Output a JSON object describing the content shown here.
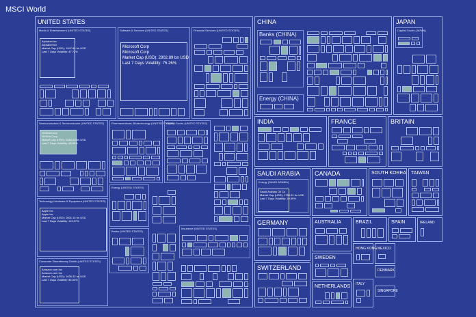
{
  "chart_data": {
    "type": "treemap",
    "title": "MSCI World",
    "regions": [
      {
        "name": "UNITED STATES",
        "sectors": [
          {
            "name": "Media & Entertainment (UNITED STATES)",
            "highlight": {
              "company": "Alphabet Inc",
              "lines": [
                "Alphabet Inc",
                "Alphabet Inc",
                "Market Cap (USD): 1947.84 bn USD",
                "Last 7 Days Volatility: 47.72%"
              ]
            }
          },
          {
            "name": "Software & Services (UNITED STATES)",
            "highlight": {
              "company": "Microsoft Corp",
              "lines": [
                "Microsoft Corp",
                "Microsoft Corp",
                "Market Cap (USD): 2902.89 bn USD",
                "Last 7 Days Volatility: 75.26%"
              ]
            }
          },
          {
            "name": "Financial Services (UNITED STATES)"
          },
          {
            "name": "Semiconductors & Semiconductor (UNITED STATES)",
            "highlight": {
              "company": "NVIDIA Corp",
              "lines": [
                "NVIDIA Corp",
                "NVIDIA Corp",
                "Market Cap (USD): 2084.63 bn USD",
                "Last 7 Days Volatility: 48.59%"
              ]
            }
          },
          {
            "name": "Pharmaceuticals, Biotechnology (UNITED STATES)"
          },
          {
            "name": "Capital Goods (UNITED STATES)"
          },
          {
            "name": "Technology Hardware & Equipment (UNITED STATES)",
            "highlight": {
              "company": "Apple Inc",
              "lines": [
                "Apple Inc",
                "Apple Inc",
                "Market Cap (USD): 2601.14 bn USD",
                "Last 7 Days Volatility: 113.07%"
              ]
            }
          },
          {
            "name": "Energy (UNITED STATES)"
          },
          {
            "name": "Banks (UNITED STATES)"
          },
          {
            "name": "Consumer Discretionary Distrib (UNITED STATES)",
            "highlight": {
              "company": "Amazon.com Inc",
              "lines": [
                "Amazon.com Inc",
                "Amazon.com Inc",
                "Market Cap (USD): 1626.32 bn USD",
                "Last 7 Days Volatility: 86.83%"
              ]
            }
          },
          {
            "name": "Insurance (UNITED STATES)"
          }
        ]
      },
      {
        "name": "CHINA",
        "sectors": [
          {
            "name": "Banks (CHINA)"
          },
          {
            "name": "Energy (CHINA)"
          }
        ]
      },
      {
        "name": "JAPAN",
        "sectors": [
          {
            "name": "Capital Goods (JAPAN)"
          }
        ]
      },
      {
        "name": "INDIA"
      },
      {
        "name": "FRANCE"
      },
      {
        "name": "BRITAIN"
      },
      {
        "name": "SAUDI ARABIA",
        "sectors": [
          {
            "name": "Energy (SAUDI ARABIA)",
            "highlight": {
              "company": "Saudi Arabian Oil Co",
              "lines": [
                "Saudi Arabian Oil Co",
                "Market Cap (USD): 1750.51 bn USD",
                "Last 7 Days Volatility: 19.59%"
              ]
            }
          }
        ]
      },
      {
        "name": "CANADA"
      },
      {
        "name": "SOUTH KOREA"
      },
      {
        "name": "TAIWAN"
      },
      {
        "name": "GERMANY"
      },
      {
        "name": "AUSTRALIA"
      },
      {
        "name": "BRAZIL"
      },
      {
        "name": "SPAIN"
      },
      {
        "name": "IRELAND"
      },
      {
        "name": "SWEDEN"
      },
      {
        "name": "HONG KONG"
      },
      {
        "name": "MEXICO"
      },
      {
        "name": "DENMARK"
      },
      {
        "name": "SWITZERLAND"
      },
      {
        "name": "NETHERLANDS"
      },
      {
        "name": "ITALY"
      },
      {
        "name": "SINGAPORE"
      }
    ]
  }
}
